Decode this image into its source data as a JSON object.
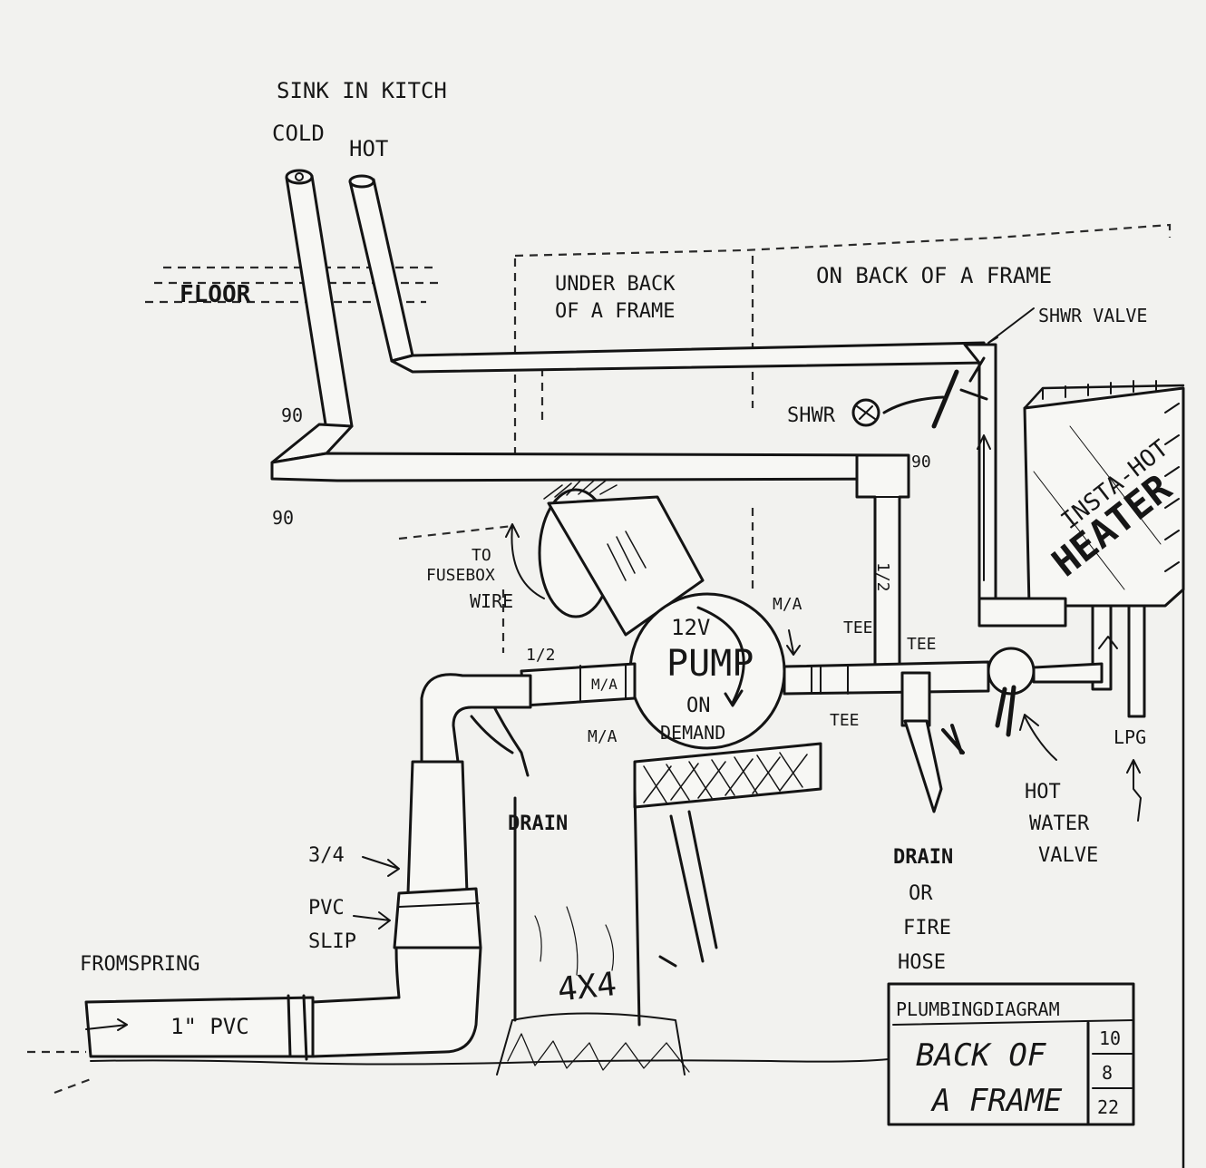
{
  "labels": {
    "sink": "SINK IN KITCH",
    "cold": "COLD",
    "hot": "HOT",
    "floor": "FLOOR",
    "under_back_1": "UNDER BACK",
    "under_back_2": "OF A FRAME",
    "on_back": "ON BACK OF A FRAME",
    "shwr_valve": "SHWR VALVE",
    "shwr": "SHWR",
    "heater_1": "INSTA-HOT",
    "heater_2": "HEATER",
    "elbow_90_upper": "90",
    "elbow_90_lower": "90",
    "elbow_90_right": "90",
    "fusebox_1": "TO",
    "fusebox_2": "FUSEBOX",
    "fusebox_3": "WIRE",
    "pump_1": "12V",
    "pump_2": "PUMP",
    "pump_3": "ON",
    "pump_4": "DEMAND",
    "ma_top": "M/A",
    "ma_left": "M/A",
    "ma_bottom": "M/A",
    "half_left": "1/2",
    "half_right": "1/2",
    "tee_1": "TEE",
    "tee_2": "TEE",
    "tee_3": "TEE",
    "drain": "DRAIN",
    "drain_fire_1": "DRAIN",
    "drain_fire_2": "OR",
    "drain_fire_3": "FIRE",
    "drain_fire_4": "HOSE",
    "hot_water_1": "HOT",
    "hot_water_2": "WATER",
    "hot_water_3": "VALVE",
    "lpg": "LPG",
    "three_quarter": "3/4",
    "pvc_slip_1": "PVC",
    "pvc_slip_2": "SLIP",
    "from_spring": "FROMSPRING",
    "one_inch_pvc": "1\" PVC",
    "post": "4X4"
  },
  "title_block": {
    "heading": "PLUMBINGDIAGRAM",
    "title_1": "BACK OF",
    "title_2": "A FRAME",
    "date_month": "10",
    "date_day": "8",
    "date_year": "22"
  },
  "colors": {
    "ink": "#141414",
    "paper": "#f2f2ef"
  }
}
